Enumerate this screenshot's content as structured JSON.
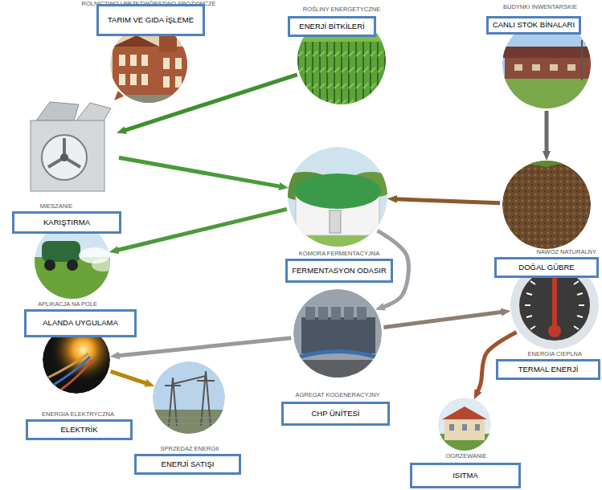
{
  "diagram": {
    "nodes": [
      {
        "text": [
          "ROLNICTWO I PRZETWÓRSTWO SPOŻYWCZE",
          "TARIM VE GIDA İŞLEME"
        ]
      },
      {
        "text": [
          "ROŚLINY ENERGETYCZNE",
          "ENERJİ BİTKİLERİ"
        ]
      },
      {
        "text": [
          "BUDYNKI INWENTARSKIE",
          "CANLI STOK BİNALARI"
        ]
      },
      {
        "text": [
          "MIESZANIE",
          "KARIŞTIRMA"
        ]
      },
      {
        "text": [
          "KOMORA FERMENTACYJNA",
          "FERMENTASYON ODASIR"
        ]
      },
      {
        "text": [
          "NAWÓZ NATURALNY",
          "DOĞAL GÜBRE"
        ]
      },
      {
        "text": [
          "APLIKACJA NA POLE",
          "ALANDA UYGULAMA"
        ]
      },
      {
        "text": [
          "AGREGAT KOGENERACYJNY",
          "CHP ÜNİTESİ"
        ]
      },
      {
        "text": [
          "ENERGIA CIEPLNA",
          "TERMAL ENERJİ"
        ]
      },
      {
        "text": [
          "ENERGIA ELEKTRYCZNA",
          "ELEKTRİK"
        ]
      },
      {
        "text": [
          "SPRZEDAŻ ENERGII",
          "ENERJİ SATIŞI"
        ]
      },
      {
        "text": [
          "OGRZEWANIE",
          "ISITMA"
        ]
      }
    ],
    "edges": [
      {
        "from": 0,
        "to": 3,
        "arrow": "to"
      },
      {
        "from": 1,
        "to": 3,
        "arrow": "to"
      },
      {
        "from": 2,
        "to": 5,
        "arrow": "to"
      },
      {
        "from": 5,
        "to": 4,
        "arrow": "to"
      },
      {
        "from": 3,
        "to": 4,
        "arrow": "to"
      },
      {
        "from": 4,
        "to": 6,
        "arrow": "to"
      },
      {
        "from": 4,
        "to": 7,
        "arrow": "to"
      },
      {
        "from": 7,
        "to": 8,
        "arrow": "to"
      },
      {
        "from": 7,
        "to": 9,
        "arrow": "to"
      },
      {
        "from": 9,
        "to": 10,
        "arrow": "to"
      },
      {
        "from": 8,
        "to": 11,
        "arrow": "to"
      }
    ]
  }
}
